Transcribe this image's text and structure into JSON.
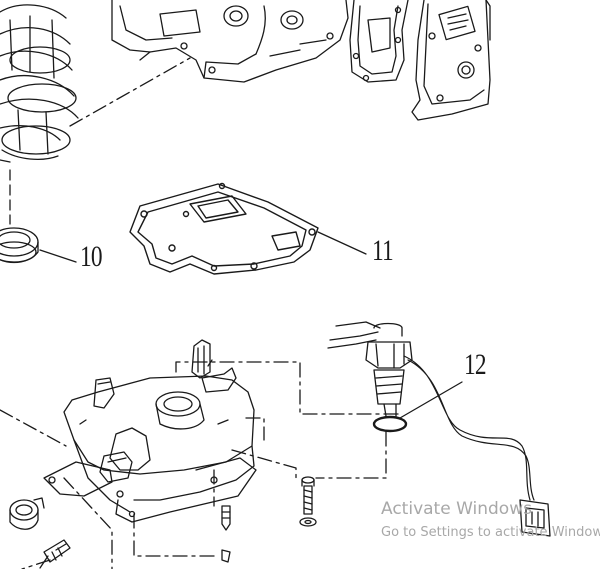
{
  "diagram": {
    "callouts": [
      {
        "id": "10",
        "label": "10"
      },
      {
        "id": "11",
        "label": "11"
      },
      {
        "id": "12",
        "label": "12"
      }
    ]
  },
  "watermark": {
    "title": "Activate Windows",
    "subtitle": "Go to Settings to activate Windows."
  },
  "colors": {
    "line": "#1a1a1a",
    "watermark": "#a8a8a8"
  }
}
